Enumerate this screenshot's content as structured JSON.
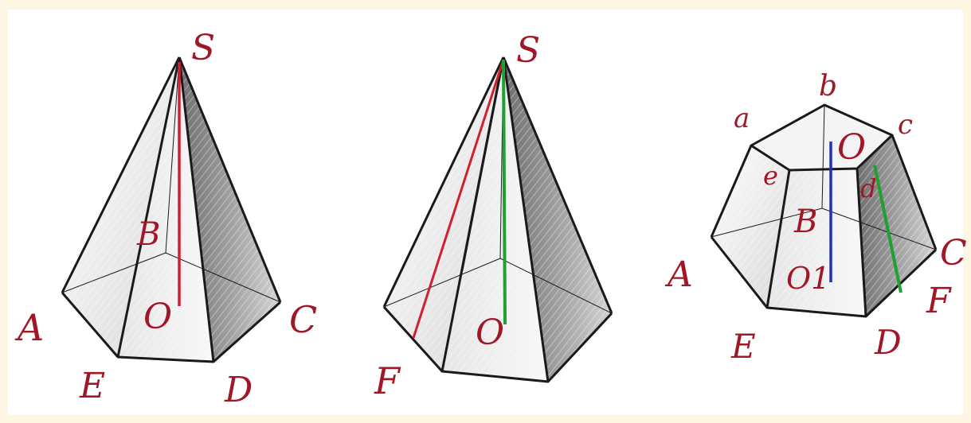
{
  "colors": {
    "background": "#fdf6e3",
    "panel": "#ffffff",
    "edge": "#1a1a1a",
    "label": "#a01828",
    "red_segment": "#d02030",
    "green_segment": "#1fa030",
    "blue_segment": "#2030c0",
    "face_light": "#f2f2f2",
    "face_dark": "#8a8a8a"
  },
  "figures": [
    {
      "id": "pyramid-1",
      "labels": {
        "apex": "S",
        "A": "A",
        "B": "B",
        "C": "C",
        "D": "D",
        "E": "E",
        "center": "O"
      }
    },
    {
      "id": "pyramid-2",
      "labels": {
        "apex": "S",
        "F": "F",
        "center": "O"
      }
    },
    {
      "id": "frustum",
      "labels": {
        "a": "a",
        "b": "b",
        "c": "c",
        "d": "d",
        "e": "e",
        "top_center": "O",
        "A": "A",
        "B": "B",
        "C": "C",
        "D": "D",
        "E": "E",
        "F": "F",
        "bottom_center": "O1"
      }
    }
  ]
}
